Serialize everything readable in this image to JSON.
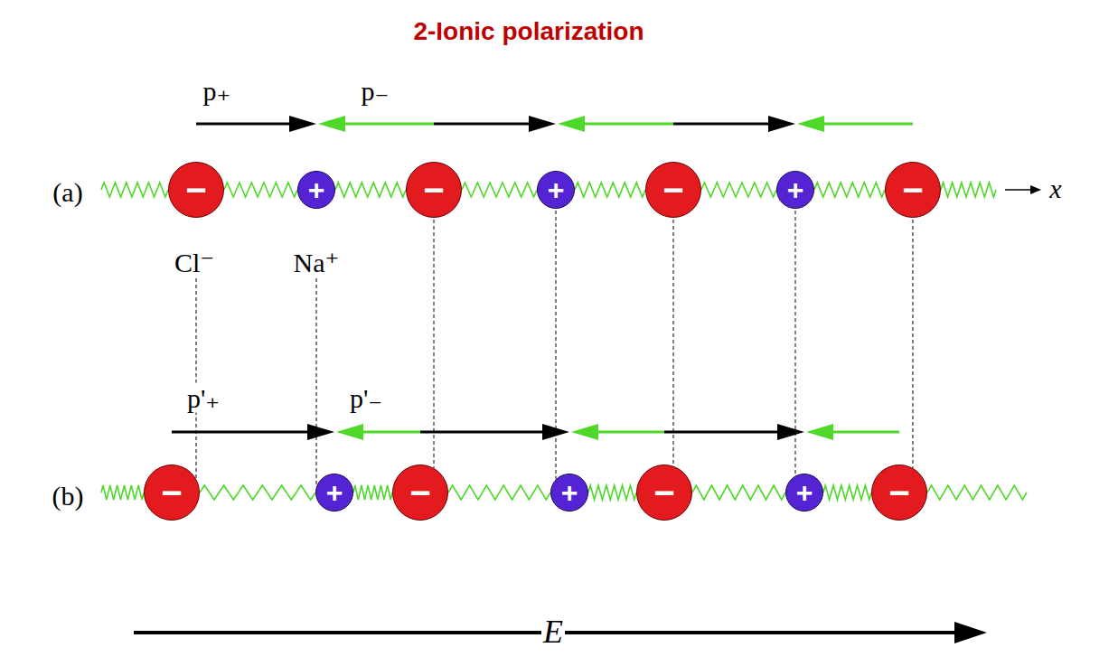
{
  "diagram": {
    "title": "2-Ionic polarization",
    "nodes": [
      {
        "text": [
          "−"
        ]
      },
      {
        "text": [
          "+"
        ]
      },
      {
        "text": [
          "−"
        ]
      },
      {
        "text": [
          "+"
        ]
      },
      {
        "text": [
          "−"
        ]
      },
      {
        "text": [
          "+"
        ]
      },
      {
        "text": [
          "−"
        ]
      },
      {
        "text": [
          "−"
        ]
      },
      {
        "text": [
          "+"
        ]
      },
      {
        "text": [
          "−"
        ]
      },
      {
        "text": [
          "+"
        ]
      },
      {
        "text": [
          "−"
        ]
      },
      {
        "text": [
          "+"
        ]
      },
      {
        "text": [
          "−"
        ]
      }
    ],
    "edges": [
      {
        "from": 0,
        "to": 1,
        "arrow": "none"
      },
      {
        "from": 1,
        "to": 2,
        "arrow": "none"
      },
      {
        "from": 2,
        "to": 3,
        "arrow": "none"
      },
      {
        "from": 3,
        "to": 4,
        "arrow": "none"
      },
      {
        "from": 4,
        "to": 5,
        "arrow": "none"
      },
      {
        "from": 5,
        "to": 6,
        "arrow": "none"
      },
      {
        "from": 7,
        "to": 8,
        "arrow": "none"
      },
      {
        "from": 8,
        "to": 9,
        "arrow": "none"
      },
      {
        "from": 9,
        "to": 10,
        "arrow": "none"
      },
      {
        "from": 10,
        "to": 11,
        "arrow": "none"
      },
      {
        "from": 11,
        "to": 12,
        "arrow": "none"
      },
      {
        "from": 12,
        "to": 13,
        "arrow": "none"
      }
    ],
    "labels": [
      "p₊",
      "p₋",
      "(a)",
      "Cl⁻",
      "Na⁺",
      "x",
      "p'₊",
      "p'₋",
      "(b)",
      "E"
    ]
  }
}
